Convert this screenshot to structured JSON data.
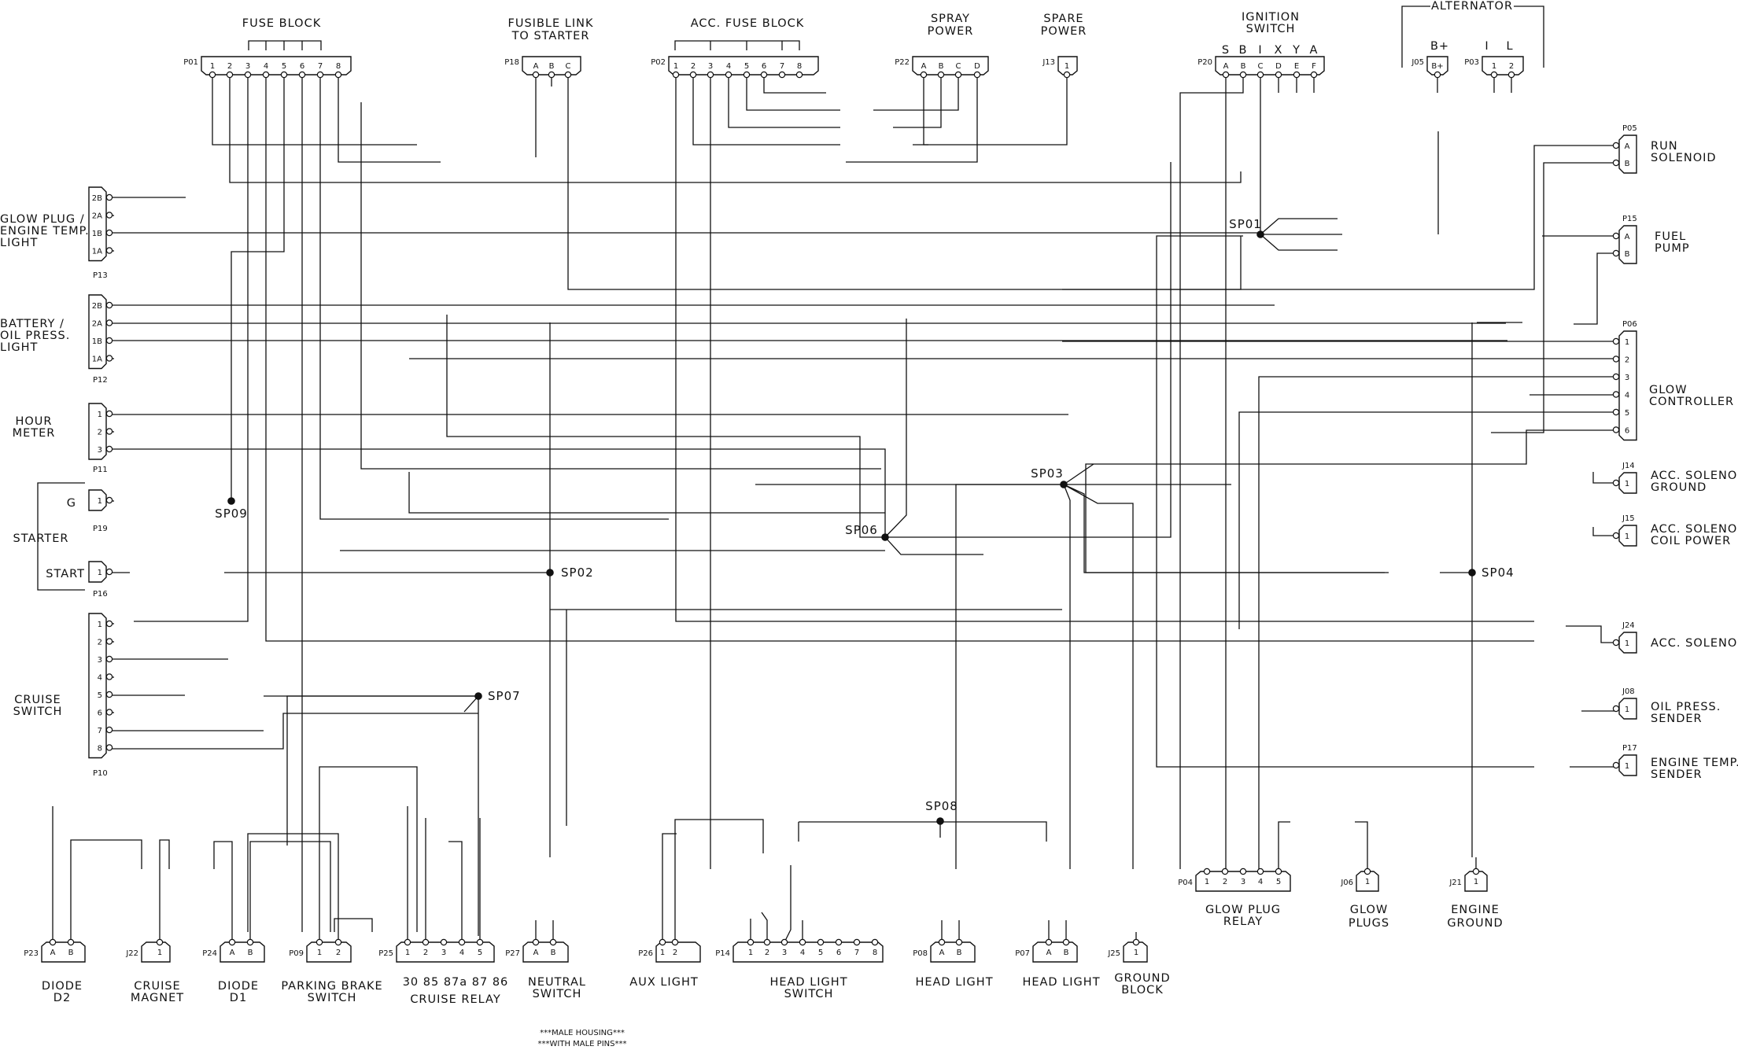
{
  "connectors": {
    "P01": {
      "tag": "P01",
      "label": [
        "FUSE BLOCK"
      ],
      "pins": [
        "1",
        "2",
        "3",
        "4",
        "5",
        "6",
        "7",
        "8"
      ]
    },
    "P18": {
      "tag": "P18",
      "label": [
        "FUSIBLE LINK",
        "TO STARTER"
      ],
      "pins": [
        "A",
        "B",
        "C"
      ]
    },
    "P02": {
      "tag": "P02",
      "label": [
        "ACC. FUSE BLOCK"
      ],
      "pins": [
        "1",
        "2",
        "3",
        "4",
        "5",
        "6",
        "7",
        "8"
      ]
    },
    "P22": {
      "tag": "P22",
      "label": [
        "SPRAY",
        "POWER"
      ],
      "pins": [
        "A",
        "B",
        "C",
        "D"
      ]
    },
    "J13": {
      "tag": "J13",
      "label": [
        "SPARE",
        "POWER"
      ],
      "pins": [
        "1"
      ]
    },
    "P20": {
      "tag": "P20",
      "label": [
        "IGNITION",
        "SWITCH"
      ],
      "pins": [
        "A",
        "B",
        "C",
        "D",
        "E",
        "F"
      ],
      "letters": [
        "S",
        "B",
        "I",
        "X",
        "Y",
        "A"
      ]
    },
    "ALT": {
      "label": [
        "ALTERNATOR"
      ]
    },
    "J05": {
      "tag": "J05",
      "pins": [
        "B+"
      ]
    },
    "P03": {
      "tag": "P03",
      "pins": [
        "1",
        "2"
      ],
      "letters": [
        "I",
        "L"
      ]
    },
    "P05": {
      "tag": "P05",
      "label": [
        "RUN",
        "SOLENOID"
      ],
      "pins": [
        "A",
        "B"
      ]
    },
    "P15": {
      "tag": "P15",
      "label": [
        "FUEL",
        "PUMP"
      ],
      "pins": [
        "A",
        "B"
      ]
    },
    "P06": {
      "tag": "P06",
      "label": [
        "GLOW",
        "CONTROLLER"
      ],
      "pins": [
        "1",
        "2",
        "3",
        "4",
        "5",
        "6"
      ]
    },
    "J14": {
      "tag": "J14",
      "label": [
        "ACC. SOLENOID",
        "GROUND"
      ],
      "pins": [
        "1"
      ]
    },
    "J15": {
      "tag": "J15",
      "label": [
        "ACC. SOLENOID",
        "COIL POWER"
      ],
      "pins": [
        "1"
      ]
    },
    "J24": {
      "tag": "J24",
      "label": [
        "ACC. SOLENOID"
      ],
      "pins": [
        "1"
      ]
    },
    "J08": {
      "tag": "J08",
      "label": [
        "OIL PRESS.",
        "SENDER"
      ],
      "pins": [
        "1"
      ]
    },
    "P17": {
      "tag": "P17",
      "label": [
        "ENGINE TEMP.",
        "SENDER"
      ],
      "pins": [
        "1"
      ]
    },
    "P13": {
      "tag": "P13",
      "label": [
        "GLOW PLUG /",
        "ENGINE TEMP.",
        "LIGHT"
      ],
      "pins": [
        "2B",
        "2A",
        "1B",
        "1A"
      ]
    },
    "P12": {
      "tag": "P12",
      "label": [
        "BATTERY /",
        "OIL PRESS.",
        "LIGHT"
      ],
      "pins": [
        "2B",
        "2A",
        "1B",
        "1A"
      ]
    },
    "P11": {
      "tag": "P11",
      "label": [
        "HOUR",
        "METER"
      ],
      "pins": [
        "1",
        "2",
        "3"
      ]
    },
    "P19": {
      "tag": "P19",
      "label": [
        "G"
      ],
      "pins": [
        "1"
      ]
    },
    "P16": {
      "tag": "P16",
      "label": [
        "START"
      ],
      "pins": [
        "1"
      ]
    },
    "STARTER": {
      "label": [
        "STARTER"
      ]
    },
    "P10": {
      "tag": "P10",
      "label": [
        "CRUISE",
        "SWITCH"
      ],
      "pins": [
        "1",
        "2",
        "3",
        "4",
        "5",
        "6",
        "7",
        "8"
      ]
    },
    "P23": {
      "tag": "P23",
      "label": [
        "DIODE",
        "D2"
      ],
      "pins": [
        "A",
        "B"
      ]
    },
    "J22": {
      "tag": "J22",
      "label": [
        "CRUISE",
        "MAGNET"
      ],
      "pins": [
        "1"
      ]
    },
    "P24": {
      "tag": "P24",
      "label": [
        "DIODE",
        "D1"
      ],
      "pins": [
        "A",
        "B"
      ]
    },
    "P09": {
      "tag": "P09",
      "label": [
        "PARKING BRAKE",
        "SWITCH"
      ],
      "pins": [
        "1",
        "2"
      ]
    },
    "P25": {
      "tag": "P25",
      "label": [
        "30  85  87a  87  86",
        "CRUISE RELAY"
      ],
      "pins": [
        "1",
        "2",
        "3",
        "4",
        "5"
      ]
    },
    "P27": {
      "tag": "P27",
      "label": [
        "NEUTRAL",
        "SWITCH"
      ],
      "pins": [
        "A",
        "B"
      ]
    },
    "P26": {
      "tag": "P26",
      "label": [
        "AUX LIGHT"
      ],
      "pins": [
        "1",
        "2"
      ]
    },
    "P14": {
      "tag": "P14",
      "label": [
        "HEAD LIGHT",
        "SWITCH"
      ],
      "pins": [
        "1",
        "2",
        "3",
        "4",
        "5",
        "6",
        "7",
        "8"
      ]
    },
    "P08": {
      "tag": "P08",
      "label": [
        "HEAD LIGHT"
      ],
      "pins": [
        "A",
        "B"
      ]
    },
    "P07": {
      "tag": "P07",
      "label": [
        "HEAD LIGHT"
      ],
      "pins": [
        "A",
        "B"
      ]
    },
    "J25": {
      "tag": "J25",
      "label": [
        "GROUND",
        "BLOCK"
      ],
      "pins": [
        "1"
      ]
    },
    "P04": {
      "tag": "P04",
      "label": [
        "GLOW PLUG",
        "RELAY"
      ],
      "pins": [
        "1",
        "2",
        "3",
        "4",
        "5"
      ]
    },
    "J06": {
      "tag": "J06",
      "label": [
        "GLOW",
        "PLUGS"
      ],
      "pins": [
        "1"
      ]
    },
    "J21": {
      "tag": "J21",
      "label": [
        "ENGINE",
        "GROUND"
      ],
      "pins": [
        "1"
      ]
    }
  },
  "splices": {
    "SP01": "SP01",
    "SP02": "SP02",
    "SP03": "SP03",
    "SP04": "SP04",
    "SP06": "SP06",
    "SP07": "SP07",
    "SP08": "SP08",
    "SP09": "SP09"
  },
  "footnote": [
    "***MALE HOUSING***",
    "***WITH MALE PINS***"
  ]
}
